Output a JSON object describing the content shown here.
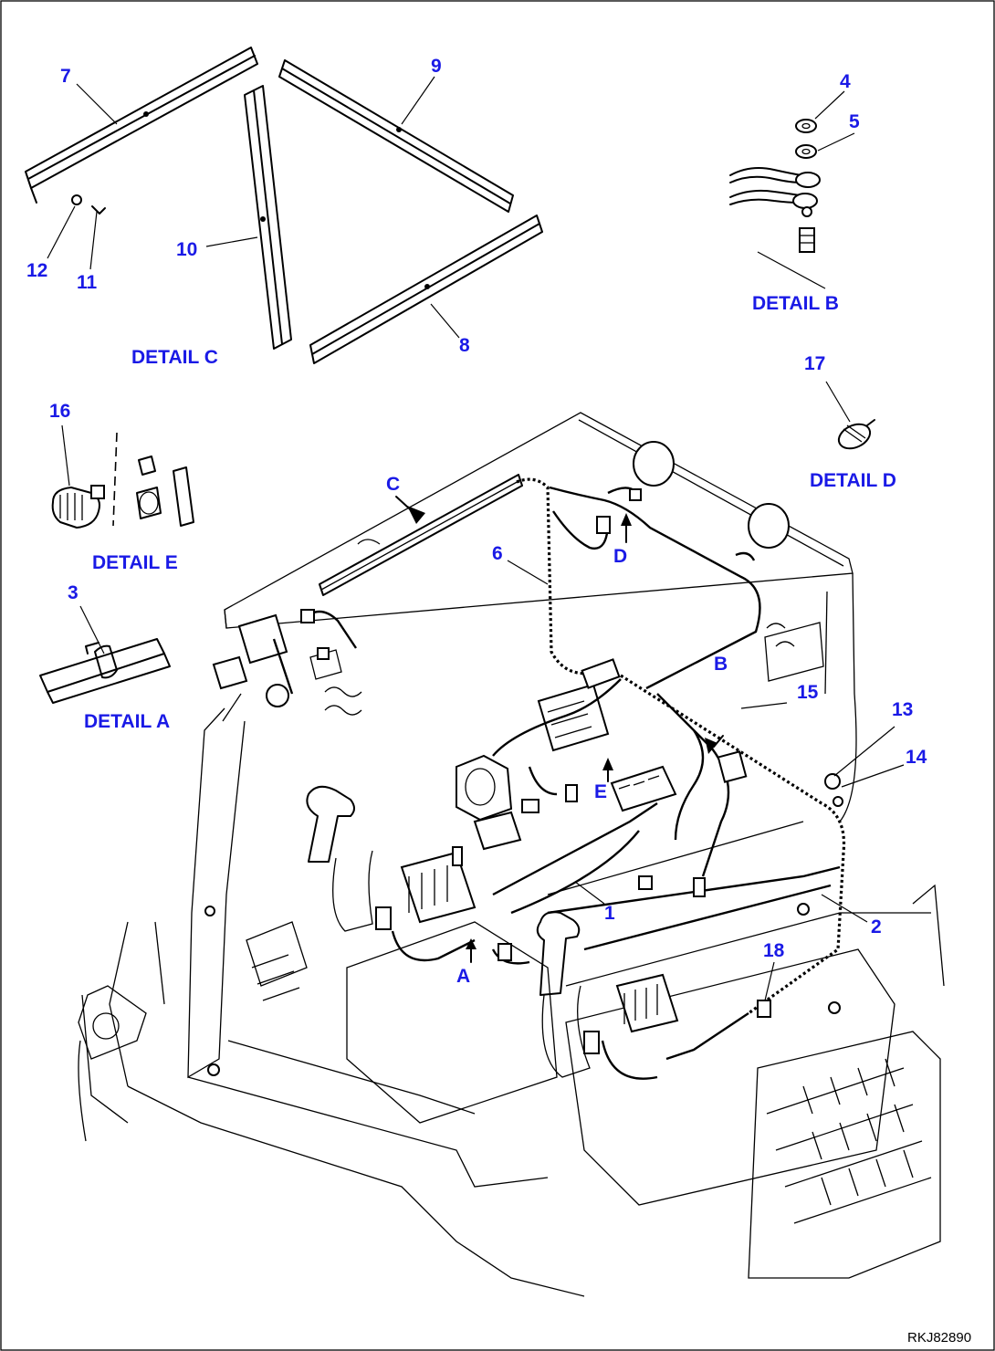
{
  "details": {
    "a": "DETAIL A",
    "b": "DETAIL B",
    "c": "DETAIL C",
    "d": "DETAIL D",
    "e": "DETAIL E"
  },
  "view_arrows": {
    "a": "A",
    "b": "B",
    "c": "C",
    "d": "D",
    "e": "E"
  },
  "parts": {
    "p1": "1",
    "p2": "2",
    "p3": "3",
    "p4": "4",
    "p5": "5",
    "p6": "6",
    "p7": "7",
    "p8": "8",
    "p9": "9",
    "p10": "10",
    "p11": "11",
    "p12": "12",
    "p13": "13",
    "p14": "14",
    "p15": "15",
    "p16": "16",
    "p17": "17",
    "p18": "18"
  },
  "drawing_code": "RKJ82890",
  "colors": {
    "callout": "#1a1ae6",
    "line": "#000000",
    "background": "#ffffff"
  }
}
